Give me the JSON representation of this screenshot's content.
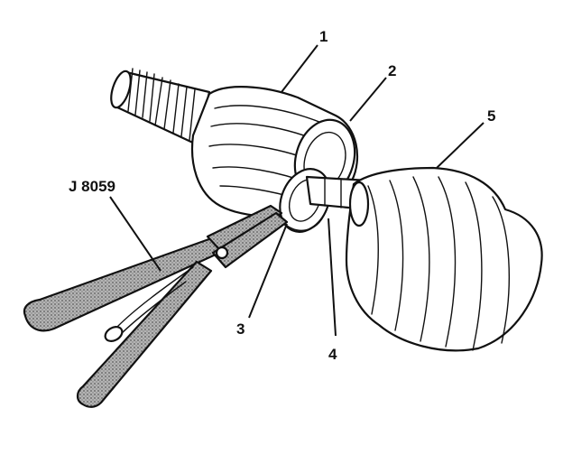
{
  "figure": {
    "tool_label": "J 8059",
    "callouts": [
      {
        "id": "1",
        "text": "1"
      },
      {
        "id": "2",
        "text": "2"
      },
      {
        "id": "3",
        "text": "3"
      },
      {
        "id": "4",
        "text": "4"
      },
      {
        "id": "5",
        "text": "5"
      }
    ],
    "colors": {
      "ink": "#111111",
      "paper": "#ffffff",
      "tool_fill": "#9a9a9a"
    }
  }
}
